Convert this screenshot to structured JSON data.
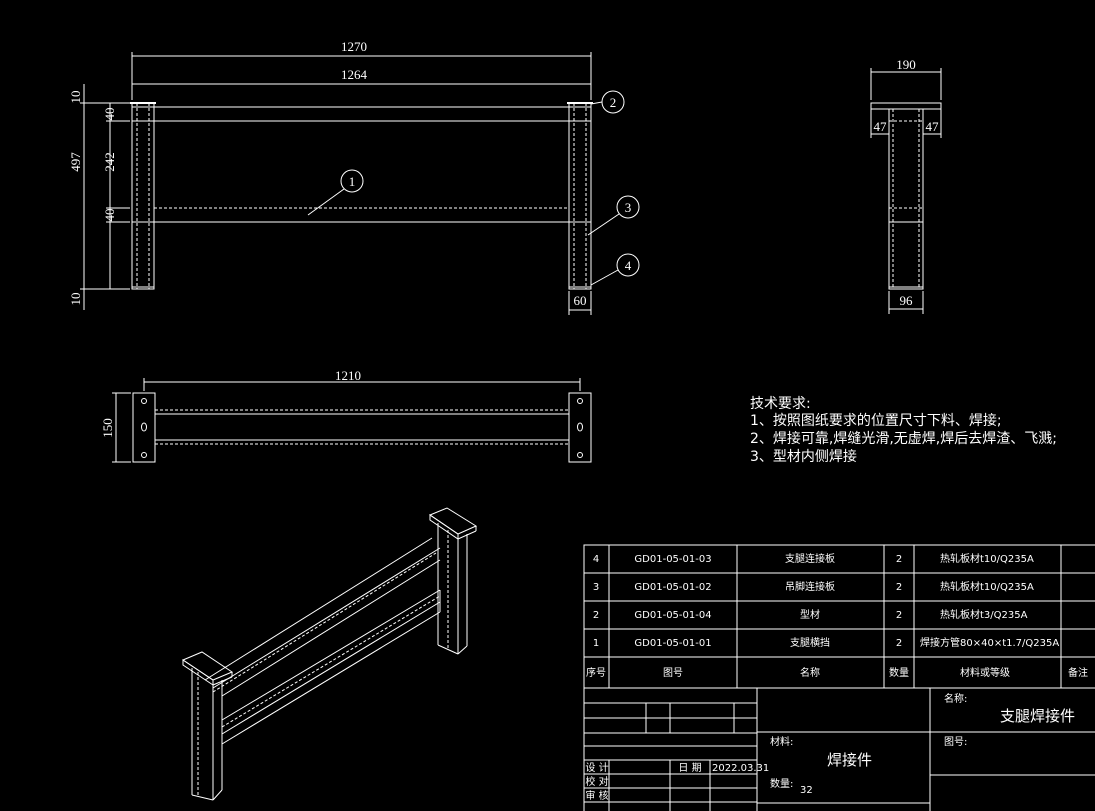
{
  "front_view": {
    "dims": {
      "overall_len": "1270",
      "inner_len": "1264",
      "top_gap": "10",
      "top_beam": "40",
      "middle_gap": "242",
      "lower_beam": "40",
      "bottom_gap": "10",
      "total_height": "497",
      "leg_width": "60"
    },
    "balloons": [
      "1",
      "2",
      "3",
      "4"
    ]
  },
  "side_view": {
    "dims": {
      "top_width": "190",
      "left_flange": "47",
      "right_flange": "47",
      "leg_depth": "96"
    }
  },
  "top_view": {
    "dims": {
      "span": "1210",
      "depth": "150"
    }
  },
  "tech_requirements": {
    "title": "技术要求:",
    "items": [
      "1、按照图纸要求的位置尺寸下料、焊接;",
      "2、焊接可靠,焊缝光滑,无虚焊,焊后去焊渣、飞溅;",
      "3、型材内侧焊接"
    ]
  },
  "bom": {
    "rows": [
      {
        "no": "4",
        "code": "GD01-05-01-03",
        "name": "支腿连接板",
        "qty": "2",
        "material": "热轧板材t10/Q235A"
      },
      {
        "no": "3",
        "code": "GD01-05-01-02",
        "name": "吊脚连接板",
        "qty": "2",
        "material": "热轧板材t10/Q235A"
      },
      {
        "no": "2",
        "code": "GD01-05-01-04",
        "name": "型材",
        "qty": "2",
        "material": "热轧板材t3/Q235A"
      },
      {
        "no": "1",
        "code": "GD01-05-01-01",
        "name": "支腿横挡",
        "qty": "2",
        "material": "焊接方管80×40×t1.7/Q235A"
      }
    ],
    "header": {
      "no": "序号",
      "code": "图号",
      "name": "名称",
      "qty": "数量",
      "material": "材料或等级",
      "remark": "备注"
    }
  },
  "title_block": {
    "name_label": "名称:",
    "name_value": "支腿焊接件",
    "material_label": "材料:",
    "material_value": "焊接件",
    "drawing_no_label": "图号:",
    "qty_label": "数量:",
    "qty_value": "32",
    "design_label": "设 计",
    "check_label": "校 对",
    "review_label": "审 核",
    "date_label": "日 期",
    "date_value": "2022.03.31"
  }
}
